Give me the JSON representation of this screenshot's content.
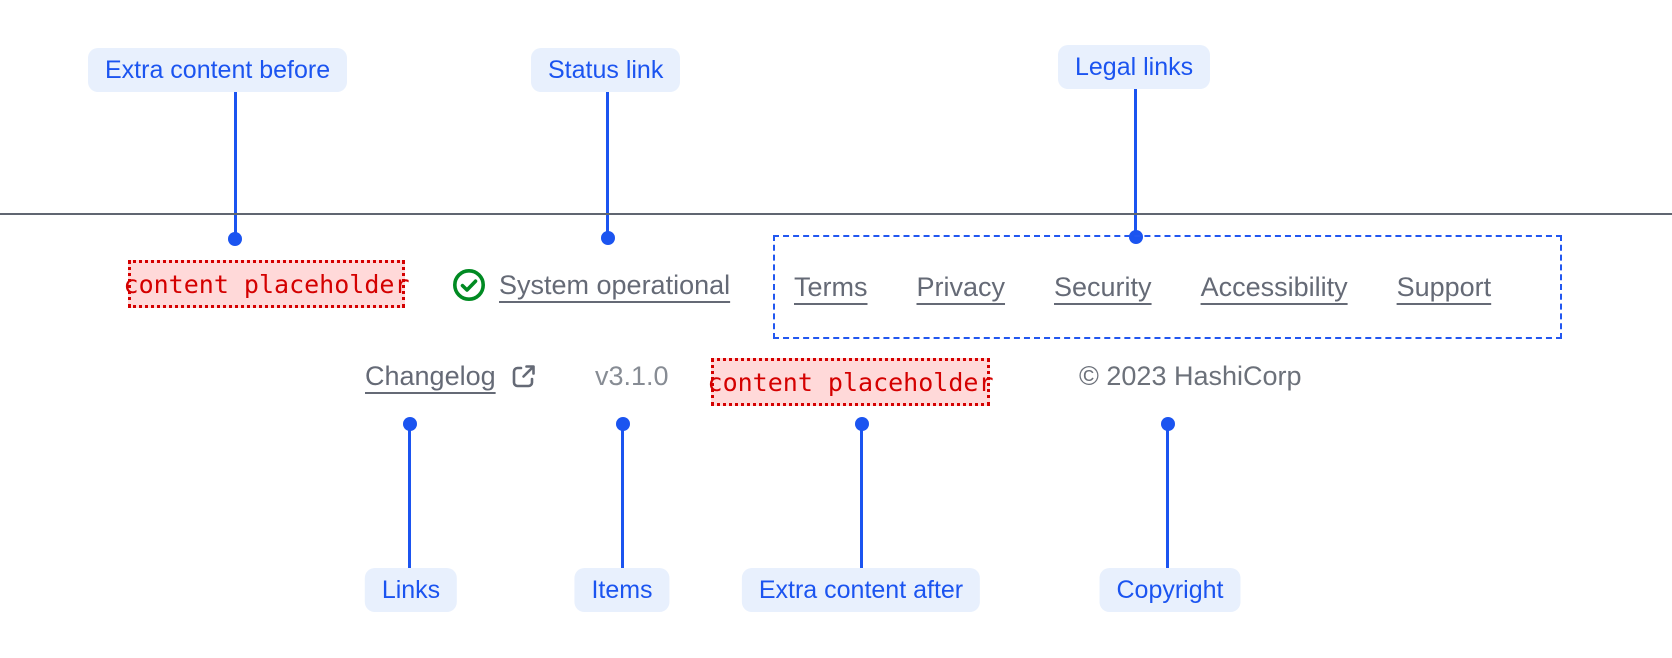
{
  "colors": {
    "callout_blue": "#1b54f0",
    "callout_bg": "#e8f0fd",
    "link_gray": "#656a76",
    "muted_gray": "#878c94",
    "divider_gray": "#606671",
    "placeholder_red": "#d40000",
    "placeholder_bg": "#ffd9d9",
    "success_green": "#008a22",
    "legal_border": "#2257f0",
    "page_bg": "#ffffff"
  },
  "callouts": {
    "top": [
      {
        "label": "Extra content before"
      },
      {
        "label": "Status link"
      },
      {
        "label": "Legal links"
      }
    ],
    "bottom": [
      {
        "label": "Links"
      },
      {
        "label": "Items"
      },
      {
        "label": "Extra content after"
      },
      {
        "label": "Copyright"
      }
    ]
  },
  "footer": {
    "extra_content_before": "content placeholder",
    "status": {
      "label": "System operational",
      "icon": "check-circle-icon"
    },
    "legal_links": [
      "Terms",
      "Privacy",
      "Security",
      "Accessibility",
      "Support"
    ],
    "links": [
      {
        "label": "Changelog",
        "icon": "external-link-icon"
      }
    ],
    "items": [
      "v3.1.0"
    ],
    "extra_content_after": "content placeholder",
    "copyright": "© 2023 HashiCorp"
  }
}
